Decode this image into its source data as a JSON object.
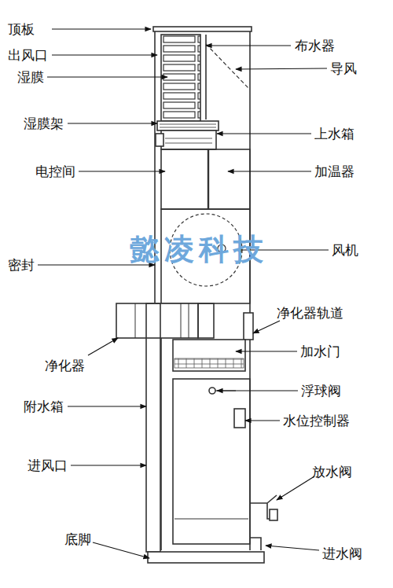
{
  "diagram": {
    "labels": [
      "顶板",
      "出风口",
      "湿膜",
      "湿膜架",
      "电控间",
      "密封",
      "净化器",
      "附水箱",
      "进风口",
      "底脚",
      "布水器",
      "导风",
      "上水箱",
      "加温器",
      "风机",
      "净化器轨道",
      "加水门",
      "浮球阀",
      "水位控制器",
      "放水阀",
      "进水阀",
      "懿凌科技"
    ]
  }
}
